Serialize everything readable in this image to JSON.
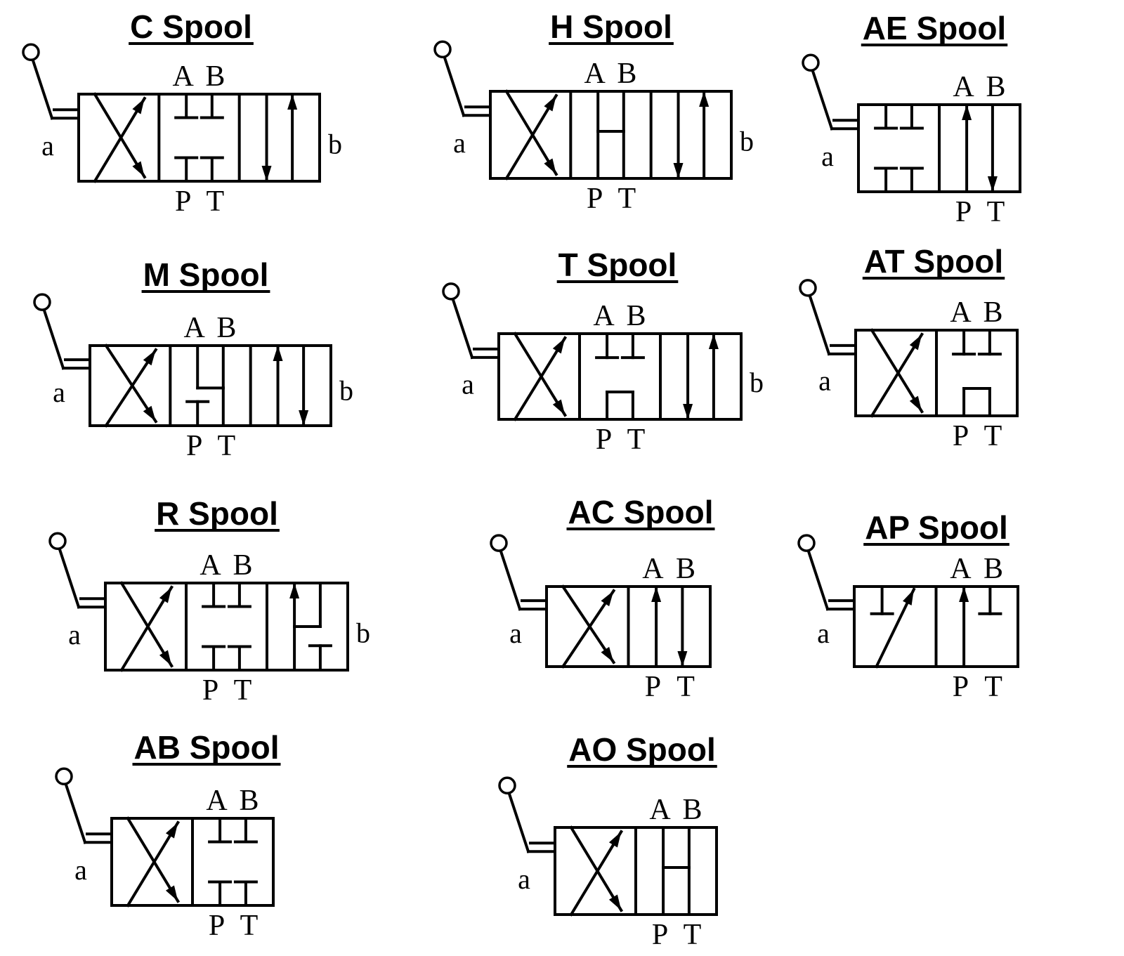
{
  "port_labels": {
    "A": "A",
    "B": "B",
    "P": "P",
    "T": "T"
  },
  "spools": [
    {
      "id": "c",
      "title": "C Spool",
      "side_a": "a",
      "side_b": "b",
      "envelopes": [
        "cross",
        "blocked",
        "parallel_down_up"
      ]
    },
    {
      "id": "h",
      "title": "H Spool",
      "side_a": "a",
      "side_b": "b",
      "envelopes": [
        "cross",
        "h",
        "parallel_down_up"
      ]
    },
    {
      "id": "ae",
      "title": "AE Spool",
      "side_a": "a",
      "side_b": "",
      "envelopes": [
        "blocked",
        "parallel_up_down"
      ]
    },
    {
      "id": "m",
      "title": "M Spool",
      "side_a": "a",
      "side_b": "b",
      "envelopes": [
        "cross",
        "m",
        "parallel_up_down"
      ]
    },
    {
      "id": "t",
      "title": "T Spool",
      "side_a": "a",
      "side_b": "b",
      "envelopes": [
        "cross",
        "t",
        "parallel_down_up"
      ]
    },
    {
      "id": "at",
      "title": "AT Spool",
      "side_a": "a",
      "side_b": "",
      "envelopes": [
        "cross",
        "t"
      ]
    },
    {
      "id": "r",
      "title": "R Spool",
      "side_a": "a",
      "side_b": "b",
      "envelopes": [
        "cross",
        "blocked",
        "r"
      ]
    },
    {
      "id": "ac",
      "title": "AC Spool",
      "side_a": "a",
      "side_b": "",
      "envelopes": [
        "cross",
        "parallel_up_down"
      ]
    },
    {
      "id": "ap",
      "title": "AP Spool",
      "side_a": "a",
      "side_b": "",
      "envelopes": [
        "ap1",
        "ap2"
      ]
    },
    {
      "id": "ab",
      "title": "AB Spool",
      "side_a": "a",
      "side_b": "",
      "envelopes": [
        "cross",
        "blocked"
      ]
    },
    {
      "id": "ao",
      "title": "AO Spool",
      "side_a": "a",
      "side_b": "",
      "envelopes": [
        "cross",
        "h"
      ]
    }
  ]
}
